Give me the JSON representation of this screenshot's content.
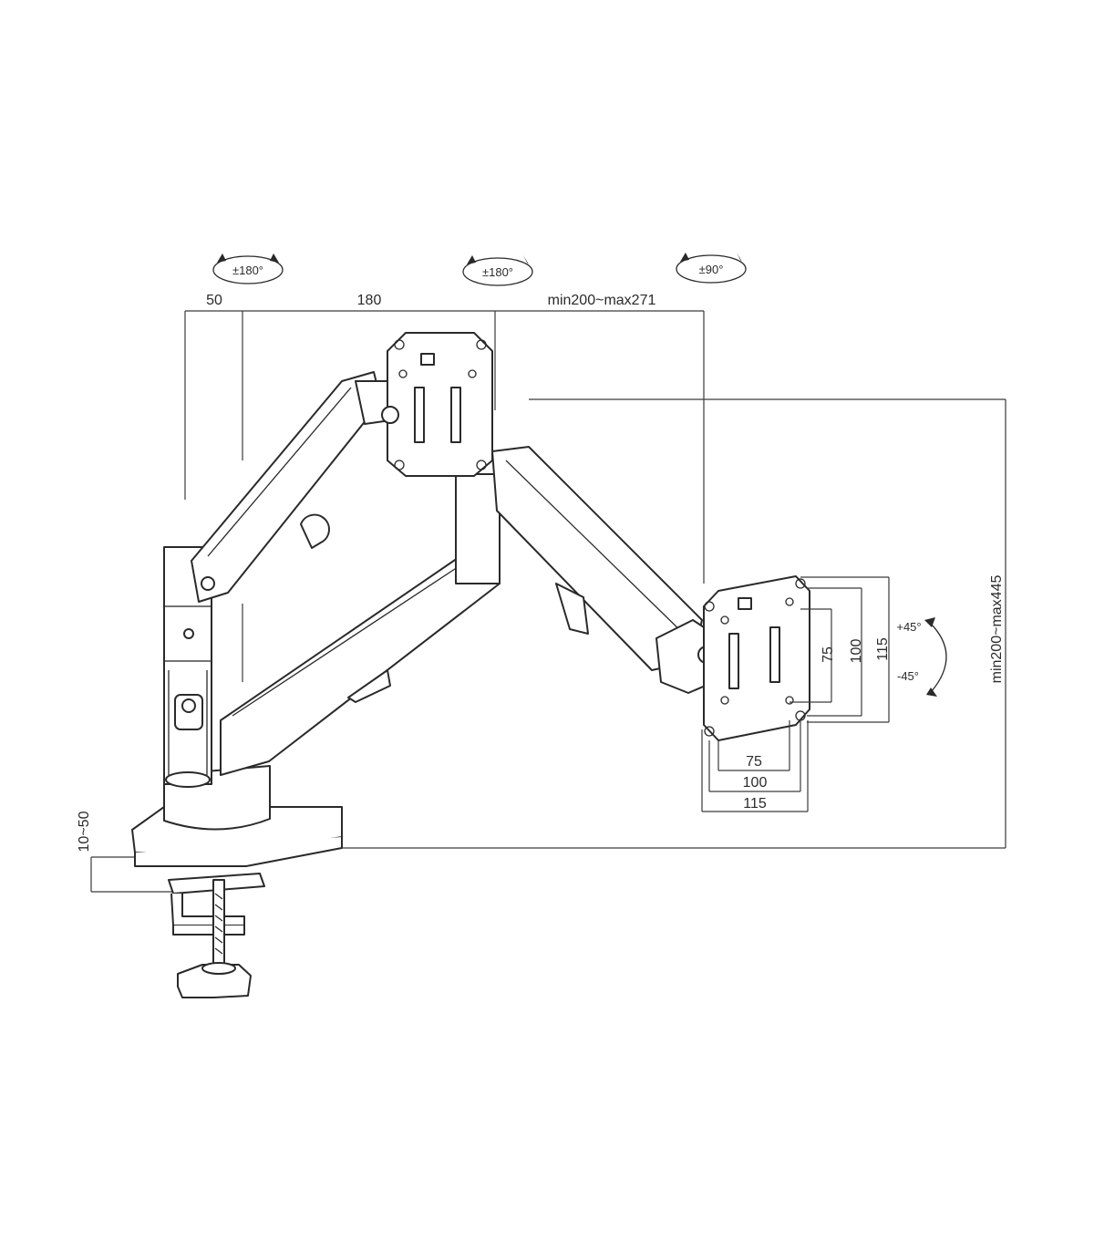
{
  "rotation_labels": {
    "base_swivel": "±180°",
    "arm_swivel": "±180°",
    "head_rotation": "±90°",
    "tilt_up": "+45°",
    "tilt_down": "-45°"
  },
  "dimensions": {
    "top_segment_1": "50",
    "top_segment_2": "180",
    "top_segment_3": "min200~max271",
    "height_range": "min200~max445",
    "clamp_range": "10~50",
    "vesa_h_75": "75",
    "vesa_h_100": "100",
    "vesa_h_115": "115",
    "vesa_v_75": "75",
    "vesa_v_100": "100",
    "vesa_v_115": "115"
  }
}
